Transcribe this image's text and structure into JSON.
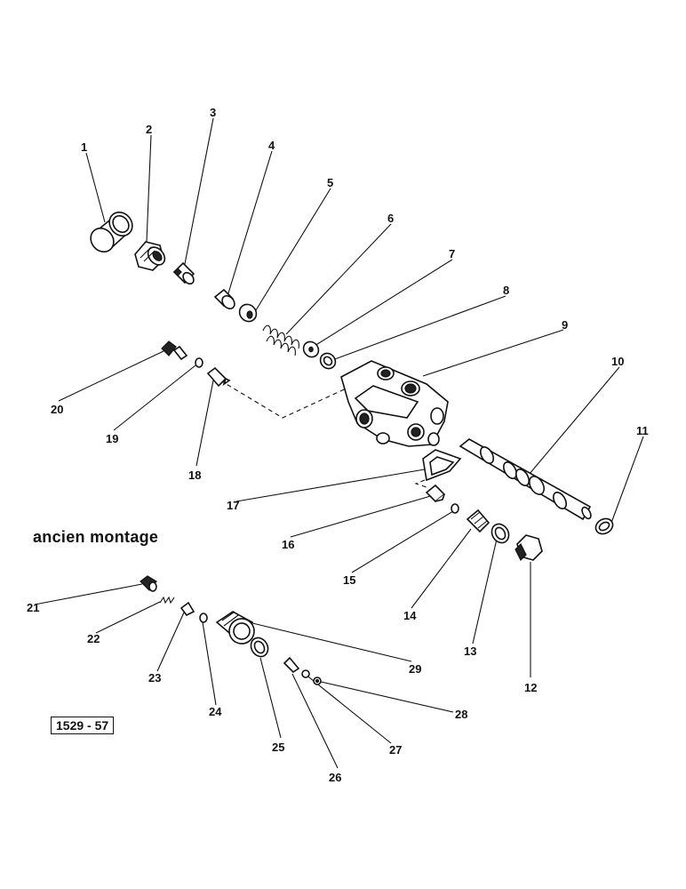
{
  "caption": "ancien montage",
  "reference": "1529 - 57",
  "callouts": [
    "1",
    "2",
    "3",
    "4",
    "5",
    "6",
    "7",
    "8",
    "9",
    "10",
    "11",
    "12",
    "13",
    "14",
    "15",
    "16",
    "17",
    "18",
    "19",
    "20",
    "21",
    "22",
    "23",
    "24",
    "25",
    "26",
    "27",
    "28",
    "29"
  ]
}
